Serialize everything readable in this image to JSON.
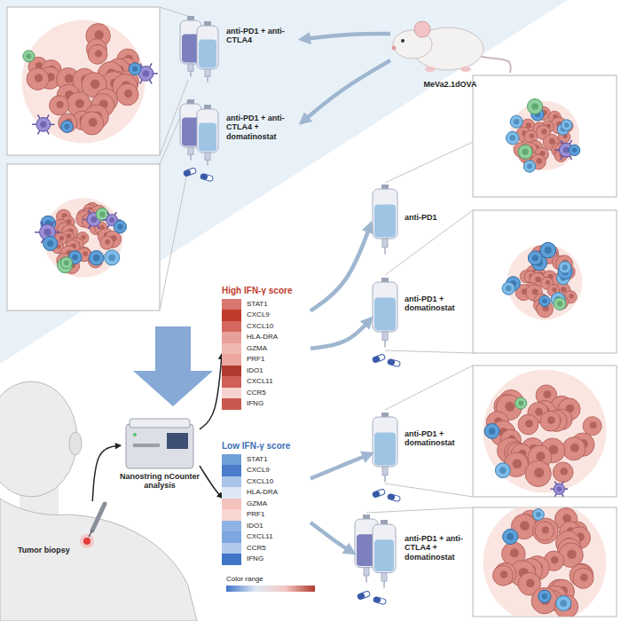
{
  "diagram": {
    "nodes": [
      {
        "text": [
          "anti-PD1 + anti-CTLA4"
        ]
      },
      {
        "text": [
          "MeVa2.1dOVA"
        ]
      },
      {
        "text": [
          "anti-PD1 + anti-CTLA4 + domatinostat"
        ]
      },
      {
        "text": [
          "High IFN-γ score",
          "STAT1",
          "CXCL9",
          "CXCL10",
          "HLA-DRA",
          "GZMA",
          "PRF1",
          "IDO1",
          "CXCL11",
          "CCR5",
          "IFNG"
        ]
      },
      {
        "text": [
          "anti-PD1"
        ]
      },
      {
        "text": [
          "anti-PD1 + domatinostat"
        ]
      },
      {
        "text": [
          "Nanostring nCounter analysis"
        ]
      },
      {
        "text": [
          "Tumor biopsy"
        ]
      },
      {
        "text": [
          "Low IFN-γ score",
          "STAT1",
          "CXCL9",
          "CXCL10",
          "HLA-DRA",
          "GZMA",
          "PRF1",
          "IDO1",
          "CXCL11",
          "CCR5",
          "IFNG"
        ]
      },
      {
        "text": [
          "anti-PD1 + domatinostat"
        ]
      },
      {
        "text": [
          "anti-PD1 + anti-CTLA4 + domatinostat"
        ]
      }
    ],
    "edges": [
      {
        "from": 1,
        "to": 0,
        "arrow": "to"
      },
      {
        "from": 1,
        "to": 2,
        "arrow": "to"
      },
      {
        "from": 7,
        "to": 6,
        "arrow": "to"
      },
      {
        "from": 6,
        "to": 3,
        "arrow": "to"
      },
      {
        "from": 6,
        "to": 8,
        "arrow": "to"
      },
      {
        "from": 3,
        "to": 4,
        "arrow": "to"
      },
      {
        "from": 3,
        "to": 5,
        "arrow": "to"
      },
      {
        "from": 8,
        "to": 9,
        "arrow": "to"
      },
      {
        "from": 8,
        "to": 10,
        "arrow": "to"
      }
    ],
    "legend": [
      {
        "text": "Color range"
      }
    ]
  }
}
